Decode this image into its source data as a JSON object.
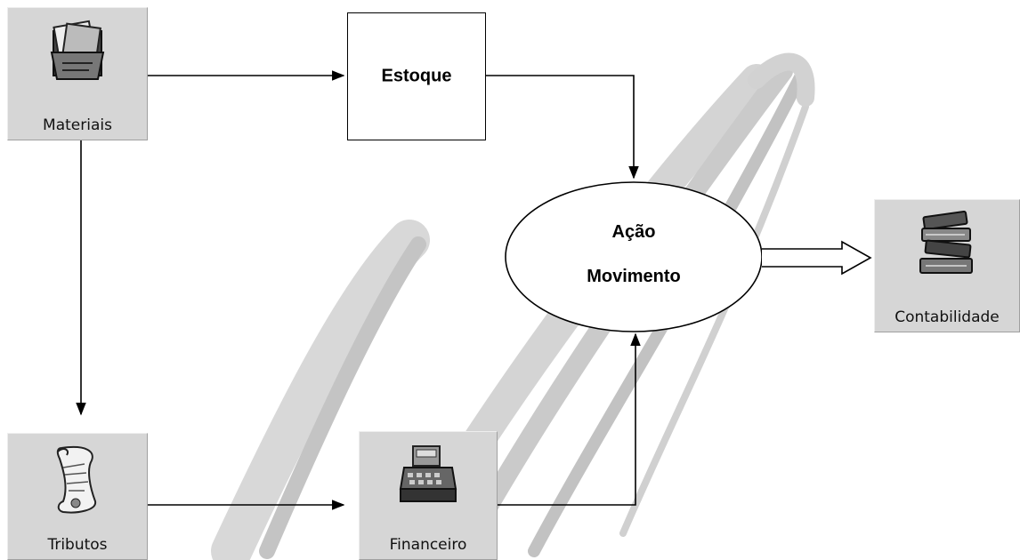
{
  "nodes": {
    "materiais": {
      "label": "Materiais",
      "icon": "papers-folder-icon"
    },
    "estoque": {
      "label": "Estoque"
    },
    "acao": {
      "line1": "Ação",
      "line2": "Movimento"
    },
    "contabilidade": {
      "label": "Contabilidade",
      "icon": "books-stack-icon"
    },
    "tributos": {
      "label": "Tributos",
      "icon": "scroll-icon"
    },
    "financeiro": {
      "label": "Financeiro",
      "icon": "cash-register-icon"
    }
  },
  "colors": {
    "tile_bg": "#d6d6d6",
    "watermark": "#c8c8c8",
    "line": "#000000"
  }
}
